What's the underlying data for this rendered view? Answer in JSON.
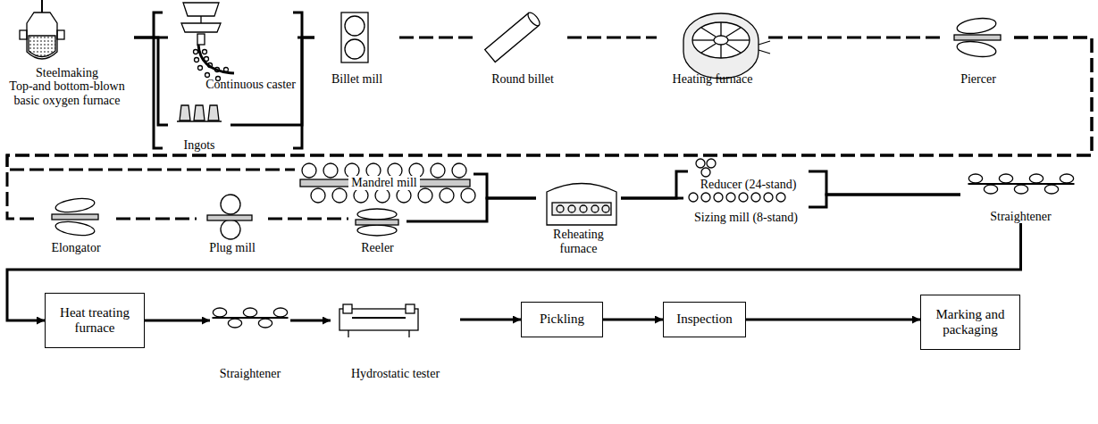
{
  "diagram": {
    "nodes": [
      {
        "text": [
          "Steelmaking",
          "Top-and bottom-blown basic oxygen furnace"
        ]
      },
      {
        "text": [
          "Continuous caster"
        ]
      },
      {
        "text": [
          "Ingots"
        ]
      },
      {
        "text": [
          "Billet mill"
        ]
      },
      {
        "text": [
          "Round billet"
        ]
      },
      {
        "text": [
          "Heating furnace"
        ]
      },
      {
        "text": [
          "Piercer"
        ]
      },
      {
        "text": [
          "Elongator"
        ]
      },
      {
        "text": [
          "Plug mill"
        ]
      },
      {
        "text": [
          "Mandrel mill"
        ]
      },
      {
        "text": [
          "Reeler"
        ]
      },
      {
        "text": [
          "Reheating furnace"
        ]
      },
      {
        "text": [
          "Reducer (24-stand)"
        ]
      },
      {
        "text": [
          "Sizing mill (8-stand)"
        ]
      },
      {
        "text": [
          "Straightener"
        ]
      },
      {
        "text": [
          "Heat treating furnace"
        ]
      },
      {
        "text": [
          "Straightener"
        ]
      },
      {
        "text": [
          "Hydrostatic tester"
        ]
      },
      {
        "text": [
          "Pickling"
        ]
      },
      {
        "text": [
          "Inspection"
        ]
      },
      {
        "text": [
          "Marking and packaging"
        ]
      }
    ],
    "edges": [
      {
        "from": 0,
        "to": 1,
        "arrow": "none"
      },
      {
        "from": 0,
        "to": 2,
        "arrow": "none"
      },
      {
        "from": 1,
        "to": 3,
        "arrow": "none"
      },
      {
        "from": 2,
        "to": 3,
        "arrow": "none"
      },
      {
        "from": 3,
        "to": 4,
        "arrow": "none"
      },
      {
        "from": 4,
        "to": 5,
        "arrow": "none"
      },
      {
        "from": 5,
        "to": 6,
        "arrow": "none"
      },
      {
        "from": 6,
        "to": 7,
        "arrow": "none"
      },
      {
        "from": 6,
        "to": 9,
        "arrow": "none"
      },
      {
        "from": 7,
        "to": 8,
        "arrow": "none"
      },
      {
        "from": 8,
        "to": 10,
        "arrow": "none"
      },
      {
        "from": 9,
        "to": 11,
        "arrow": "none"
      },
      {
        "from": 10,
        "to": 11,
        "arrow": "none"
      },
      {
        "from": 11,
        "to": 12,
        "arrow": "none"
      },
      {
        "from": 11,
        "to": 13,
        "arrow": "none"
      },
      {
        "from": 12,
        "to": 14,
        "arrow": "none"
      },
      {
        "from": 13,
        "to": 14,
        "arrow": "none"
      },
      {
        "from": 14,
        "to": 15,
        "arrow": "to"
      },
      {
        "from": 15,
        "to": 16,
        "arrow": "to"
      },
      {
        "from": 16,
        "to": 17,
        "arrow": "to"
      },
      {
        "from": 17,
        "to": 18,
        "arrow": "to"
      },
      {
        "from": 18,
        "to": 19,
        "arrow": "to"
      },
      {
        "from": 19,
        "to": 20,
        "arrow": "to"
      }
    ]
  }
}
